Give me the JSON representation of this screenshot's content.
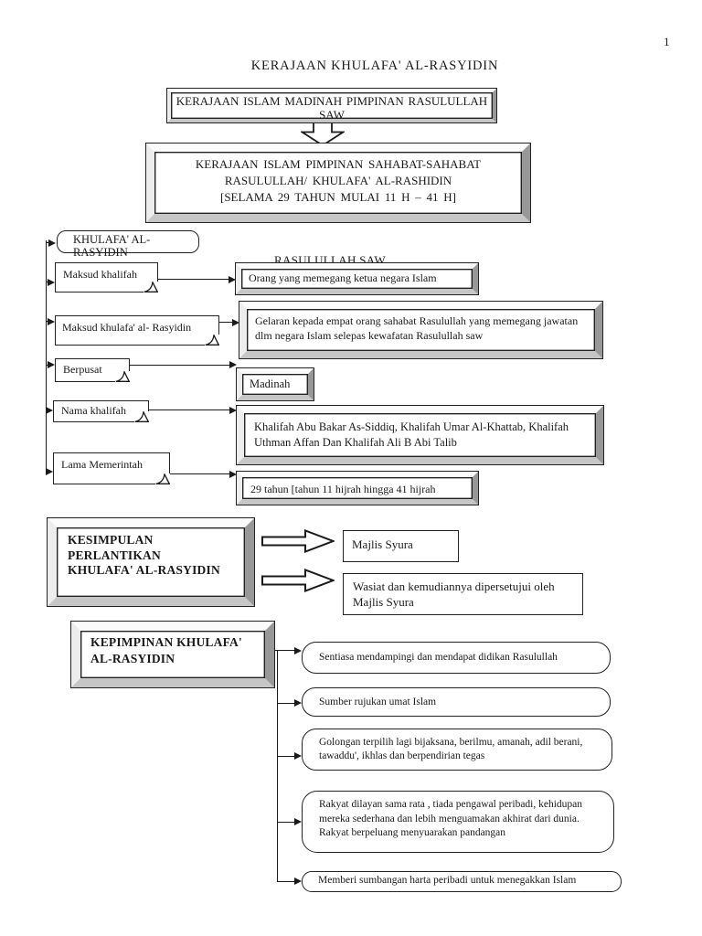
{
  "page": {
    "number": "1",
    "title": "KERAJAAN KHULAFA' AL-RASYIDIN"
  },
  "colors": {
    "ink": "#1a1a1a",
    "paper": "#ffffff"
  },
  "flow_top": {
    "box1_line1": "KERAJAAN ISLAM MADINAH PIMPINAN RASULULLAH",
    "box1_line2": "SAW",
    "box2_line1": "KERAJAAN ISLAM PIMPINAN SAHABAT-SAHABAT",
    "box2_line2": "RASULULLAH/ KHULAFA' AL-RASHIDIN",
    "box2_line3": "[SELAMA 29 TAHUN MULAI 11 H – 41 H]"
  },
  "definitions": {
    "root_line1": "KHULAFA' AL-",
    "root_line2": "RASYIDIN",
    "ghost_text": "RASULULLAH SAW",
    "rows": [
      {
        "label": "Maksud khalifah",
        "desc": "Orang yang memegang ketua negara Islam"
      },
      {
        "label": "Maksud khulafa' al- Rasyidin",
        "desc": "Gelaran kepada empat orang sahabat Rasulullah yang memegang jawatan dlm negara Islam selepas kewafatan Rasulullah saw"
      },
      {
        "label": "Berpusat",
        "desc": "Madinah"
      },
      {
        "label": "Nama khalifah",
        "desc": "Khalifah Abu Bakar As-Siddiq, Khalifah Umar Al-Khattab, Khalifah Uthman Affan Dan Khalifah Ali B Abi Talib"
      },
      {
        "label": "Lama Memerintah",
        "desc": "29 tahun [tahun 11 hijrah hingga 41 hijrah"
      }
    ]
  },
  "kesimpulan": {
    "title_line1": "KESIMPULAN",
    "title_line2": "PERLANTIKAN",
    "title_line3": "KHULAFA' AL-RASYIDIN",
    "result1": "Majlis Syura",
    "result2": "Wasiat dan kemudiannya dipersetujui oleh Majlis Syura"
  },
  "kepimpinan": {
    "title_line1": "KEPIMPINAN KHULAFA'",
    "title_line2": "AL-RASYIDIN",
    "items": [
      "Sentiasa mendampingi dan mendapat didikan Rasulullah",
      "Sumber rujukan umat Islam",
      "Golongan terpilih lagi bijaksana, berilmu, amanah, adil berani, tawaddu', ikhlas dan berpendirian tegas",
      "Rakyat dilayan sama rata , tiada pengawal peribadi, kehidupan mereka sederhana dan lebih menguamakan akhirat dari dunia. Rakyat berpeluang menyuarakan pandangan",
      "Memberi sumbangan harta peribadi untuk menegakkan Islam"
    ]
  }
}
